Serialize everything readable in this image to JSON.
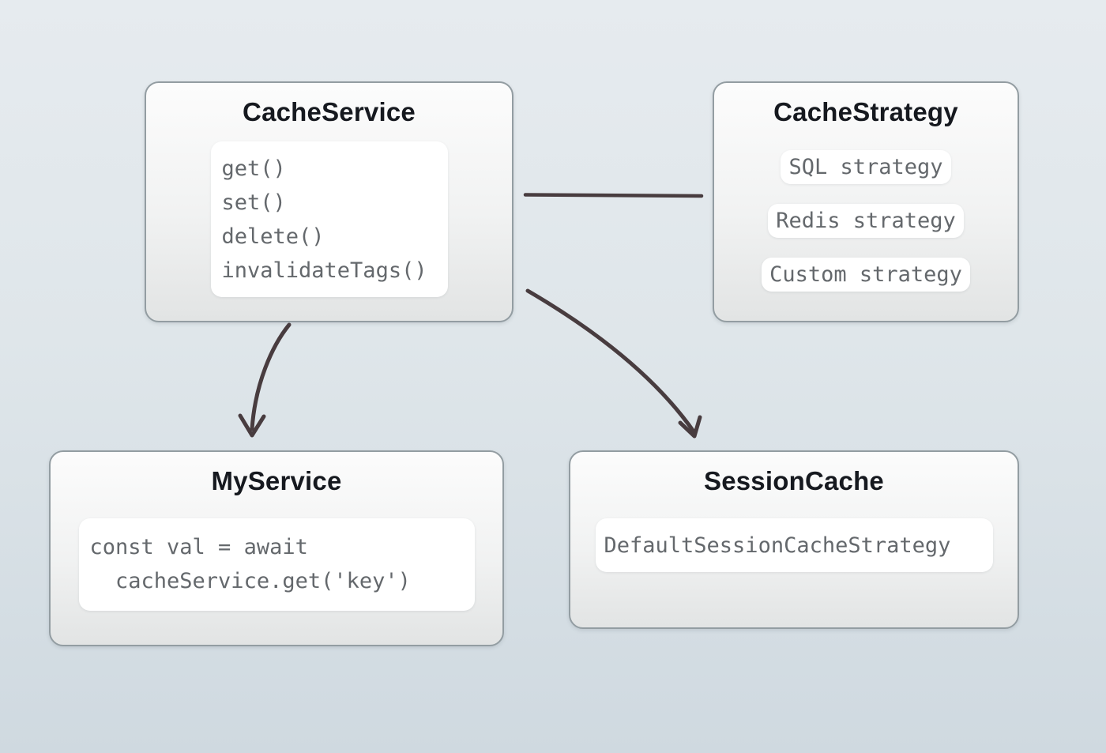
{
  "colors": {
    "background_top": "#e6ebef",
    "background_bottom": "#cfd9e0",
    "node_border": "#939da2",
    "node_fill_top": "#fcfcfc",
    "node_fill_bottom": "#e2e4e4",
    "title_color": "#16191f",
    "code_color": "#64686c",
    "chip_background": "#ffffff",
    "arrow_color": "#483c3f"
  },
  "nodes": {
    "cache_service": {
      "title": "CacheService",
      "methods": [
        "get()",
        "set()",
        "delete()",
        "invalidateTags()"
      ]
    },
    "cache_strategy": {
      "title": "CacheStrategy",
      "strategies": [
        "SQL strategy",
        "Redis strategy",
        "Custom strategy"
      ]
    },
    "my_service": {
      "title": "MyService",
      "code_lines": [
        "const val = await",
        "  cacheService.get('key')"
      ]
    },
    "session_cache": {
      "title": "SessionCache",
      "default_strategy": "DefaultSessionCacheStrategy"
    }
  },
  "relations": [
    {
      "from": "CacheService",
      "to": "CacheStrategy",
      "style": "straight-line"
    },
    {
      "from": "CacheService",
      "to": "MyService",
      "style": "curved-arrow"
    },
    {
      "from": "CacheService",
      "to": "SessionCache",
      "style": "curved-arrow"
    }
  ]
}
